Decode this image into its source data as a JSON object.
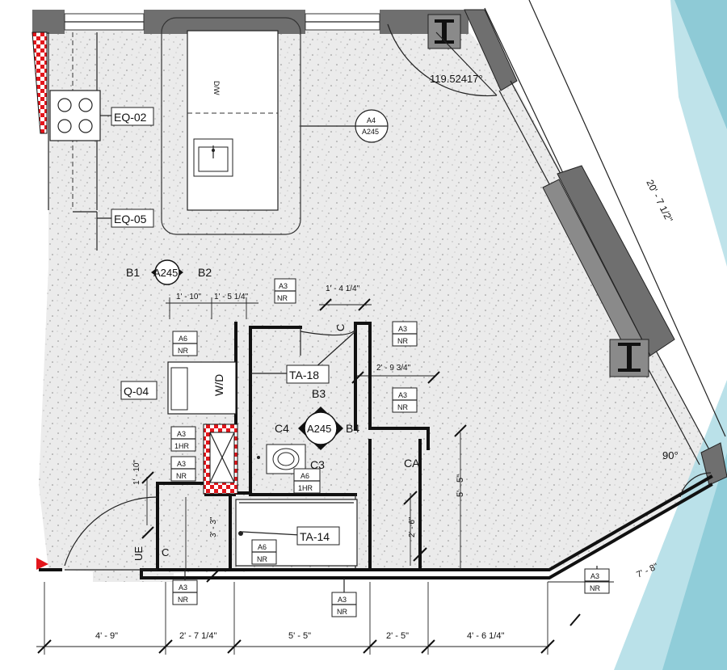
{
  "colors": {
    "floor": "#e9e9e9",
    "wall_gray": "#6f6f6f",
    "hatch_red": "#e3161c",
    "accent_teal": "#3f9db0",
    "accent_light": "#a9d9e3"
  },
  "equipment_tags": {
    "eq02": "EQ-02",
    "eq05": "EQ-05",
    "eq04": "Q-04"
  },
  "fixture_labels": {
    "dw": "D/W",
    "wd": "W/D",
    "ca": "CA",
    "ue": "UE",
    "c_left": "C",
    "c_top": "C"
  },
  "door_tags": {
    "ta18": "TA-18",
    "ta14": "TA-14"
  },
  "section_markers": {
    "b1_left": "B1",
    "b1_ref": "A245",
    "b1_right": "B2",
    "c_top": "B3",
    "c_left": "C4",
    "c_ref": "A245",
    "c_right": "B4",
    "c_bottom": "C3"
  },
  "detail_callout": {
    "top": "A4",
    "bottom": "A245"
  },
  "wall_tags": {
    "t1": {
      "top": "A3",
      "bottom": "NR"
    },
    "t2": {
      "top": "A6",
      "bottom": "NR"
    },
    "t3": {
      "top": "A3",
      "bottom": "NR"
    },
    "t4": {
      "top": "A3",
      "bottom": "NR"
    },
    "t5": {
      "top": "A3",
      "bottom": "1HR"
    },
    "t6": {
      "top": "A3",
      "bottom": "NR"
    },
    "t7": {
      "top": "A6",
      "bottom": "1HR"
    },
    "t8": {
      "top": "A6",
      "bottom": "NR"
    },
    "t9": {
      "top": "A3",
      "bottom": "NR"
    },
    "t10": {
      "top": "A3",
      "bottom": "NR"
    },
    "t11": {
      "top": "A3",
      "bottom": "NR"
    }
  },
  "angles": {
    "top": "119.52417°",
    "right": "90°"
  },
  "dimensions": {
    "d1": "1' - 10\"",
    "d2": "1' - 5 1/4\"",
    "d3": "1' - 4 1/4\"",
    "d4": "2' - 9 3/4\"",
    "d5": "1' - 10\"",
    "d6": "3' - 3\"",
    "d7": "2' - 6\"",
    "d8": "5' - 5\"",
    "d9": "7' - 8\"",
    "d10": "20' - 7 1/2\"",
    "b1": "4' - 9\"",
    "b2": "2' - 7 1/4\"",
    "b3": "5' - 5\"",
    "b4": "2' - 5\"",
    "b5": "4' - 6 1/4\""
  }
}
